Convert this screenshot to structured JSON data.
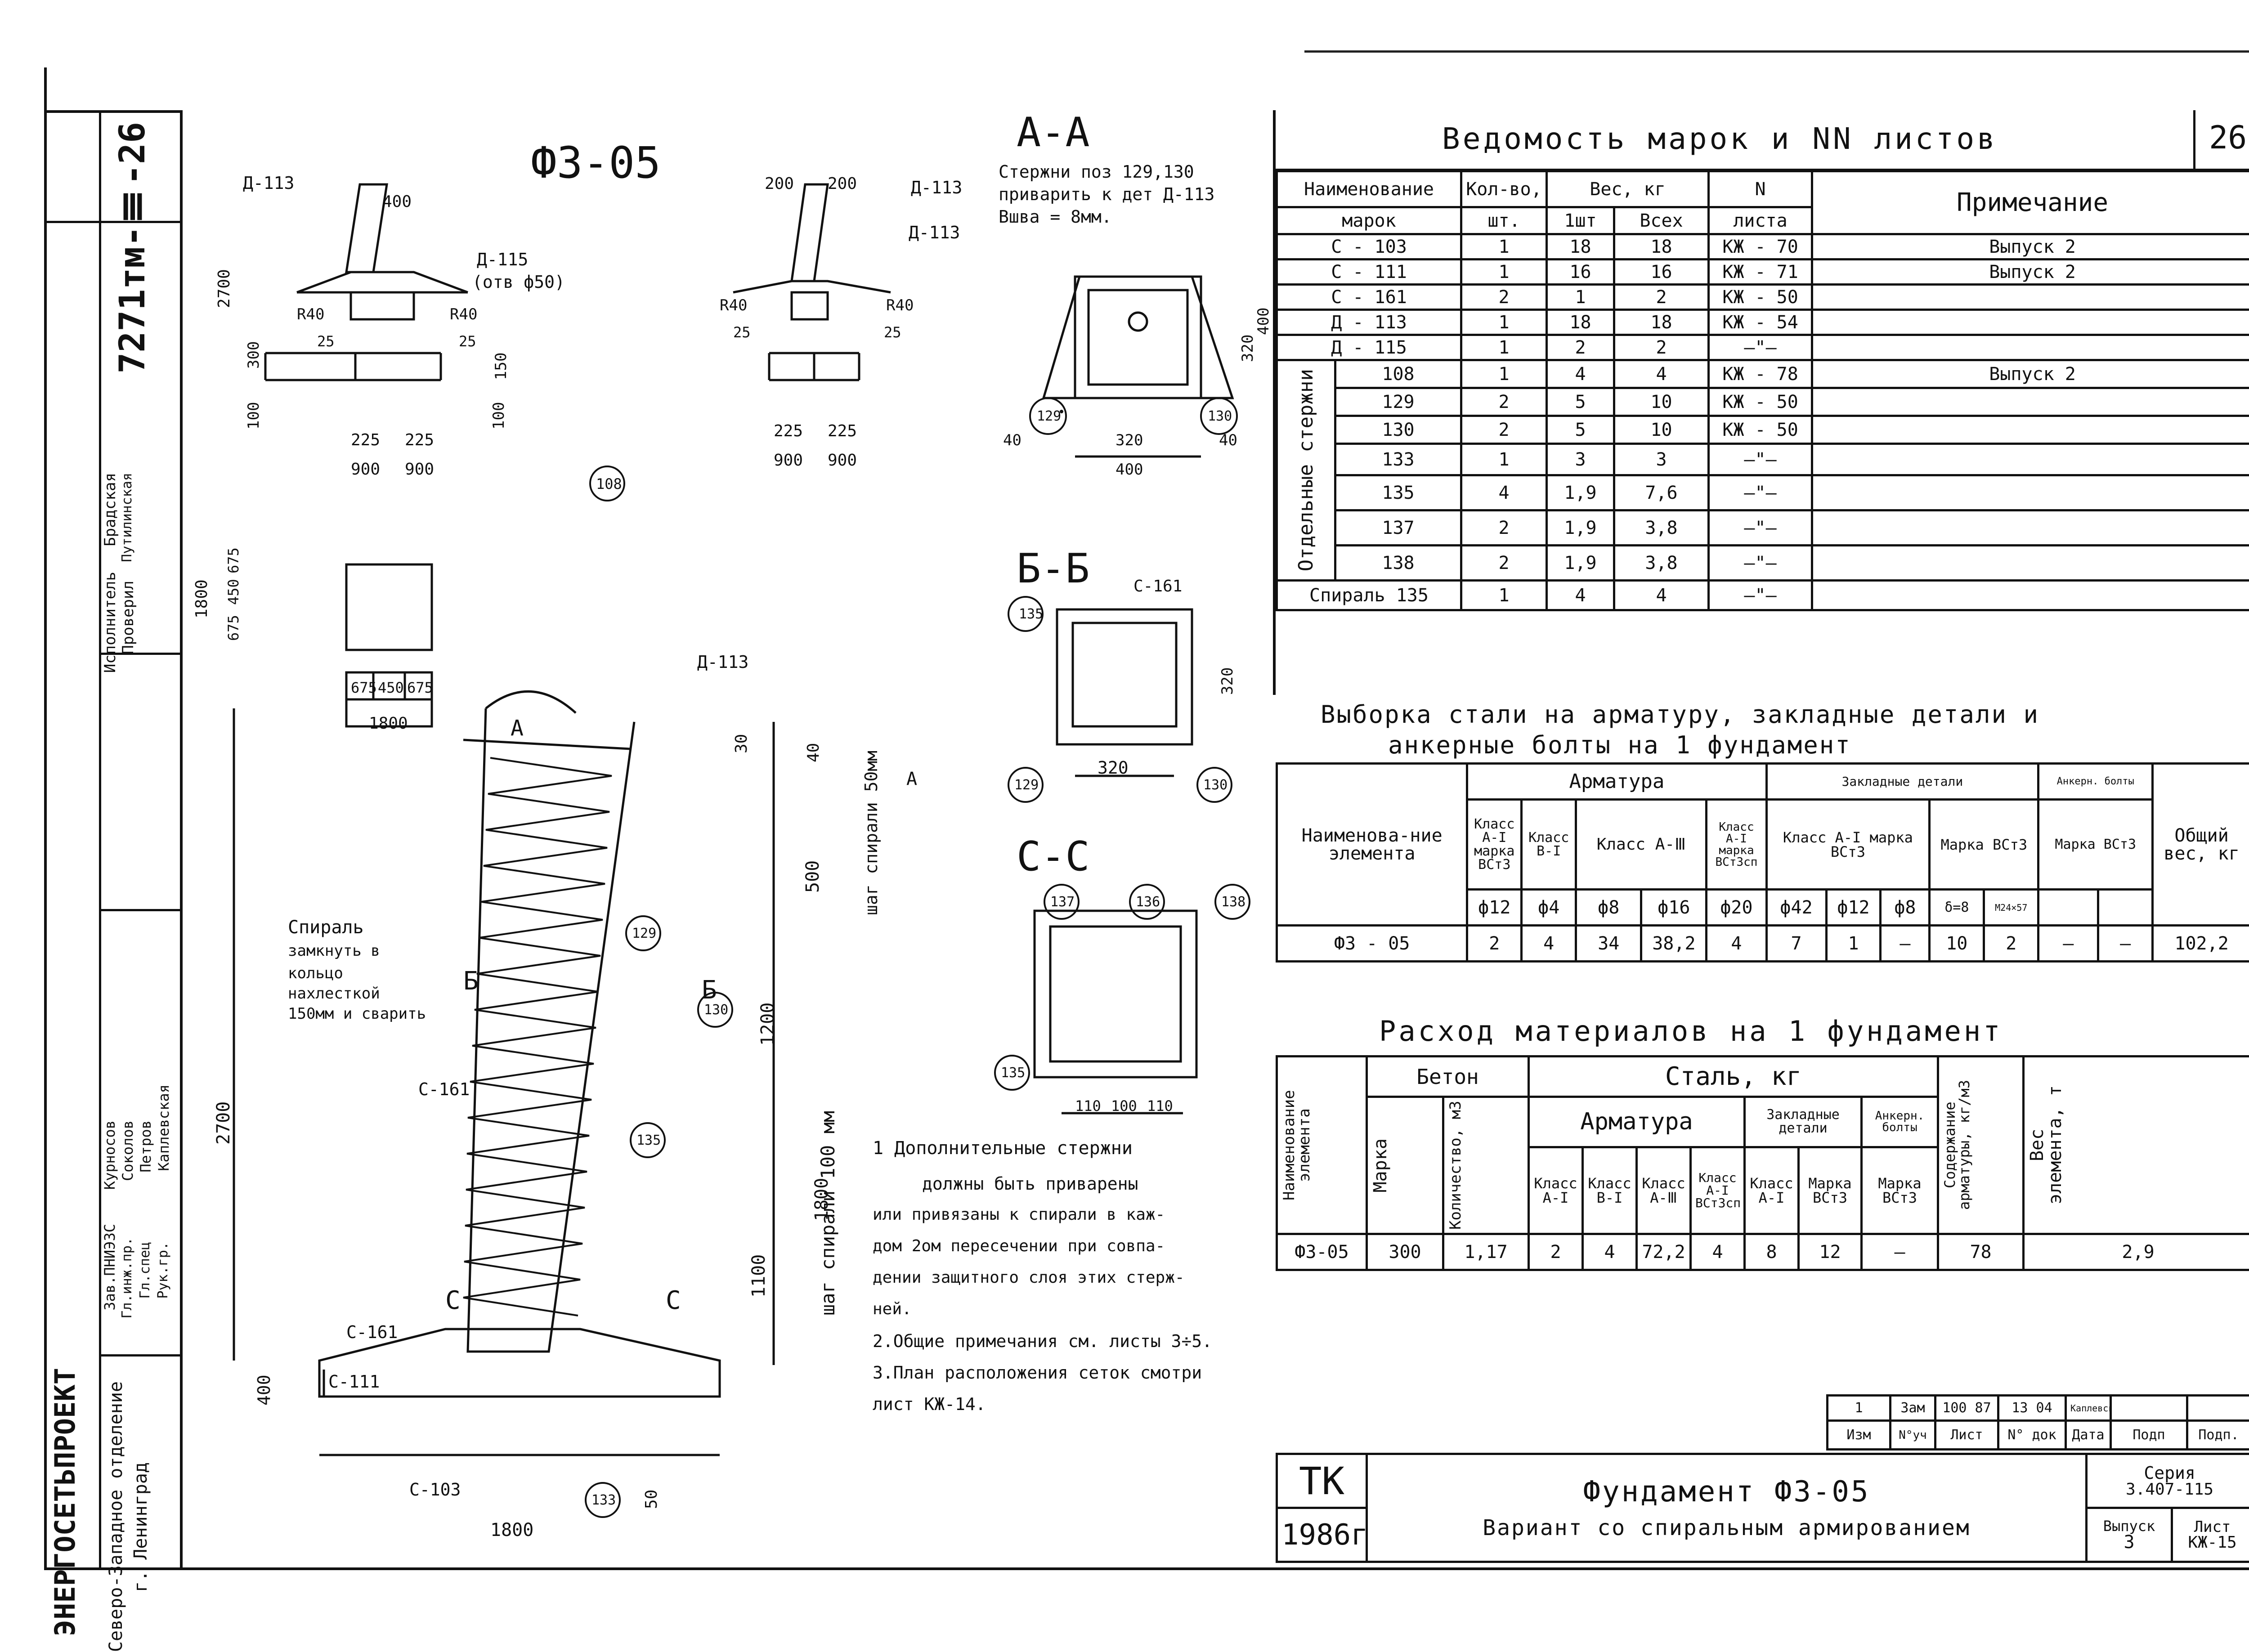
{
  "left_strip": {
    "code": "7271тм-Ⅲ-26",
    "roles": [
      "Исполнитель",
      "Проверил",
      "Зав.ПНИЭЗС",
      "Гл.инж.пр.",
      "Гл.спец",
      "Рук.гр."
    ],
    "names": [
      "Брадская",
      "Путилинская",
      "Курносов",
      "Соколов",
      "Петров",
      "Каплевская"
    ],
    "org": [
      "ЭНЕРГОСЕТЬПРОЕКТ",
      "Северо-Западное отделение",
      "г. Ленинград"
    ]
  },
  "page_number": "26",
  "drawing": {
    "title": "Ф3-05",
    "section_aa": "А-А",
    "section_bb": "Б-Б",
    "section_cc": "С-С",
    "aa_note": [
      "Стержни поз 129,130",
      "приварить к дет Д-113",
      "Вшва = 8мм."
    ],
    "spiral_note": [
      "Спираль",
      "замкнуть в",
      "кольцо",
      "нахлесткой",
      "150мм и сварить"
    ],
    "step1": "шаг спирали 50мм",
    "step2": "шаг спирали 100 мм",
    "dims": {
      "d113": "Д-113",
      "d115": "Д-115",
      "d115b": "(отв ф50)",
      "d400": "400",
      "d200": "200",
      "d2700": "2700",
      "d1800": "1800",
      "d900": "900",
      "d225": "225",
      "d25": "25",
      "r40": "R40",
      "d300": "300",
      "d100": "100",
      "d150": "150",
      "d320": "320",
      "d40": "40",
      "d675": "675",
      "d450": "450",
      "d500": "500",
      "d1200": "1200",
      "d1100": "1100",
      "d30": "30",
      "d50": "50",
      "d110": "110",
      "c161": "С-161",
      "c111": "С-111",
      "c103": "С-103",
      "p108": "108",
      "p129": "129",
      "p130": "130",
      "p133": "133",
      "p135": "135",
      "p136": "136",
      "p137": "137",
      "p138": "138",
      "secA": "А",
      "secB": "Б",
      "secC": "С"
    }
  },
  "notes": [
    "1 Дополнительные стержни",
    "должны быть приварены",
    "или привязаны к спирали в каж-",
    "дом 2ом пересечении при совпа-",
    "дении защитного слоя этих стерж-",
    "ней.",
    "2.Общие примечания см. листы 3÷5.",
    "3.План расположения сеток смотри",
    "лист КЖ-14."
  ],
  "table1": {
    "title": "Ведомость марок и NN листов",
    "headers": [
      "Наименование",
      "марок",
      "Кол-во,",
      "шт.",
      "Вес, кг",
      "1шт",
      "Всех",
      "N",
      "листа",
      "Примечание"
    ],
    "group_label": "Отдельные стержни",
    "rows": [
      [
        "С - 103",
        "1",
        "18",
        "18",
        "КЖ - 70",
        "Выпуск 2"
      ],
      [
        "С - 111",
        "1",
        "16",
        "16",
        "КЖ - 71",
        "Выпуск 2"
      ],
      [
        "С - 161",
        "2",
        "1",
        "2",
        "КЖ - 50",
        ""
      ],
      [
        "Д - 113",
        "1",
        "18",
        "18",
        "КЖ - 54",
        ""
      ],
      [
        "Д - 115",
        "1",
        "2",
        "2",
        "—\"—",
        ""
      ],
      [
        "108",
        "1",
        "4",
        "4",
        "КЖ - 78",
        "Выпуск 2"
      ],
      [
        "129",
        "2",
        "5",
        "10",
        "КЖ - 50",
        ""
      ],
      [
        "130",
        "2",
        "5",
        "10",
        "КЖ - 50",
        ""
      ],
      [
        "133",
        "1",
        "3",
        "3",
        "—\"—",
        ""
      ],
      [
        "135",
        "4",
        "1,9",
        "7,6",
        "—\"—",
        ""
      ],
      [
        "137",
        "2",
        "1,9",
        "3,8",
        "—\"—",
        ""
      ],
      [
        "138",
        "2",
        "1,9",
        "3,8",
        "—\"—",
        ""
      ],
      [
        "Спираль 135",
        "1",
        "4",
        "4",
        "—\"—",
        ""
      ]
    ]
  },
  "table2": {
    "title": [
      "Выборка стали на арматуру, закладные детали и",
      "анкерные болты на 1 фундамент"
    ],
    "h_arm": "Арматура",
    "h_zd": "Закладные детали",
    "h_ab": "Анкерн. болты",
    "h_name": "Наименова-ние элемента",
    "h_total": "Общий вес, кг",
    "classes": [
      "Класс А-I марка ВСт3",
      "Класс В-I",
      "Класс А-Ⅲ",
      "Класс А-I марка ВСт3сп",
      "Класс А-I марка ВСт3",
      "Марка ВСт3",
      "Марка ВСт3"
    ],
    "diam": [
      "ф12",
      "ф4",
      "ф8",
      "ф16",
      "ф20",
      "ф42",
      "ф12",
      "ф8",
      "δ=8",
      "М24×57"
    ],
    "row": [
      "Ф3 - 05",
      "2",
      "4",
      "34",
      "38,2",
      "4",
      "7",
      "1",
      "—",
      "10",
      "2",
      "—",
      "—",
      "102,2"
    ]
  },
  "table3": {
    "title": "Расход материалов на 1 фундамент",
    "h_name": "Наименование элемента",
    "h_beton": "Бетон",
    "h_marka": "Марка",
    "h_qty": "Количество, м3",
    "h_steel": "Сталь, кг",
    "h_arm": "Арматура",
    "h_zd": "Закладные детали",
    "h_ab": "Анкерн. болты",
    "h_cols": [
      "Класс А-I",
      "Класс В-I",
      "Класс А-Ⅲ",
      "Класс А-I ВСт3сп",
      "Класс А-I",
      "Марка ВСт3",
      "Марка ВСт3"
    ],
    "h_content": "Содержание арматуры, кг/м3",
    "h_weight": "Вес элемента, т",
    "row": [
      "Ф3-05",
      "300",
      "1,17",
      "2",
      "4",
      "72,2",
      "4",
      "8",
      "12",
      "—",
      "78",
      "2,9"
    ]
  },
  "revision": {
    "row": [
      "1",
      "Зам",
      "100 87",
      "13 04",
      "Каплевская",
      ""
    ],
    "headers": [
      "Изм",
      "N°уч",
      "Лист",
      "N° док",
      "Дата",
      "Подп",
      "Подп."
    ]
  },
  "stamp": {
    "tk": "ТК",
    "year": "1986г",
    "title": "Фундамент Ф3-05",
    "subtitle": "Вариант со спиральным армированием",
    "series_label": "Серия",
    "series": "3.407-115",
    "issue_label": "Выпуск",
    "issue": "3",
    "sheet_label": "Лист",
    "sheet": "КЖ-15"
  }
}
